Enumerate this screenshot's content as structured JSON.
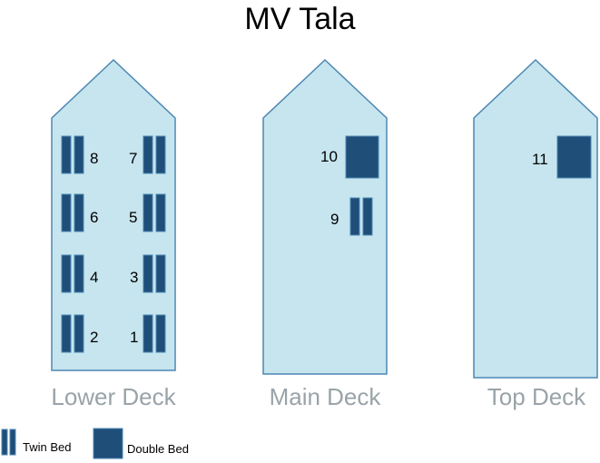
{
  "title": "MV Tala",
  "colors": {
    "hull_fill": "#c6e5ee",
    "hull_stroke": "#4d87b3",
    "bed": "#1f4e79"
  },
  "decks": [
    {
      "label": "Lower Deck",
      "rooms": [
        {
          "number": "8",
          "bed": "twin"
        },
        {
          "number": "7",
          "bed": "twin"
        },
        {
          "number": "6",
          "bed": "twin"
        },
        {
          "number": "5",
          "bed": "twin"
        },
        {
          "number": "4",
          "bed": "twin"
        },
        {
          "number": "3",
          "bed": "twin"
        },
        {
          "number": "2",
          "bed": "twin"
        },
        {
          "number": "1",
          "bed": "twin"
        }
      ]
    },
    {
      "label": "Main Deck",
      "rooms": [
        {
          "number": "10",
          "bed": "double"
        },
        {
          "number": "9",
          "bed": "twin"
        }
      ]
    },
    {
      "label": "Top Deck",
      "rooms": [
        {
          "number": "11",
          "bed": "double"
        }
      ]
    }
  ],
  "legend": {
    "twin": "Twin Bed",
    "double": "Double Bed"
  }
}
